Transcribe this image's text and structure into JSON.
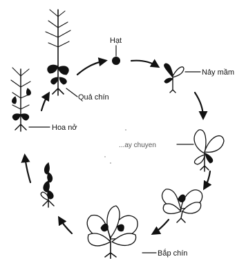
{
  "diagram": {
    "colors": {
      "ink": "#111111",
      "background": "#ffffff"
    },
    "stages": [
      {
        "id": "seed",
        "label": "Hạt"
      },
      {
        "id": "germination",
        "label": "Nảy mầm"
      },
      {
        "id": "leaf-transition",
        "label": "...ay chuyen"
      },
      {
        "id": "mature-cabbage",
        "label": "Bắp chín"
      },
      {
        "id": "bolting",
        "label": ""
      },
      {
        "id": "flowering",
        "label": "Hoa nở"
      },
      {
        "id": "ripe-fruit",
        "label": "Quả chín"
      }
    ]
  }
}
